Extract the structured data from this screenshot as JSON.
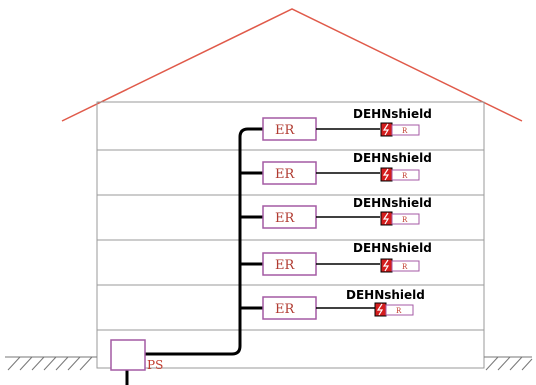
{
  "floors": [
    {
      "er_label": "ER",
      "device_label": "DEHNshield",
      "marker": "R"
    },
    {
      "er_label": "ER",
      "device_label": "DEHNshield",
      "marker": "R"
    },
    {
      "er_label": "ER",
      "device_label": "DEHNshield",
      "marker": "R"
    },
    {
      "er_label": "ER",
      "device_label": "DEHNshield",
      "marker": "R"
    },
    {
      "er_label": "ER",
      "device_label": "DEHNshield",
      "marker": "R"
    }
  ],
  "power_supply": {
    "label": "PS"
  },
  "colors": {
    "roof": "#e05a4a",
    "walls": "#9a9a9a",
    "box_border": "#a45aa4",
    "ps_border": "#a45aa4",
    "label_red": "#c0392b",
    "cable": "#000000",
    "surge_red": "#d41e1e"
  }
}
